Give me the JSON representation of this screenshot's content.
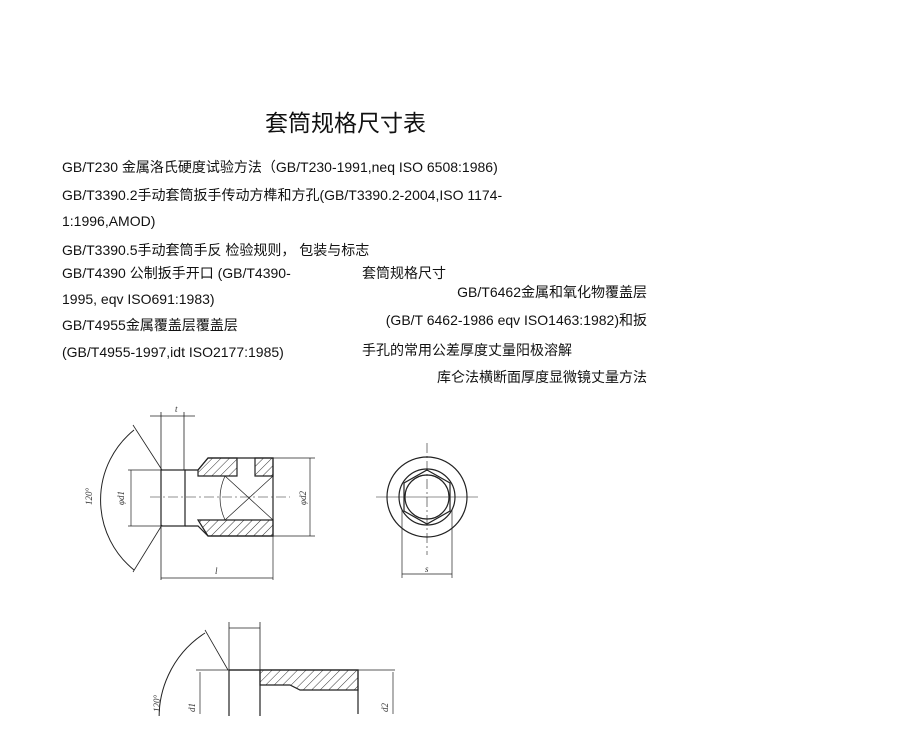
{
  "title": "套筒规格尺寸表",
  "left_lines": [
    "GB/T230 金属洛氏硬度试验方法（GB/T230-1991,neq ISO 6508:1986)",
    "GB/T3390.2手动套筒扳手传动方榫和方孔(GB/T3390.2-2004,ISO 1174-",
    "1:1996,AMOD)",
    "GB/T3390.5手动套筒手反  检验规则， 包装与标志",
    "GB/T4390 公制扳手开口  (GB/T4390-",
    "1995, eqv ISO691:1983)",
    "GB/T4955金属覆盖层覆盖层",
    "(GB/T4955-1997,idt ISO2177:1985)"
  ],
  "right_lines": [
    "套筒规格尺寸",
    "GB/T6462金属和氧化物覆盖层",
    "(GB/T 6462-1986 eqv ISO1463:1982)和扳",
    "手孔的常用公差厚度丈量阳极溶解",
    "库仑法横断面厚度显微镜丈量方法"
  ],
  "drawing_labels": {
    "t": "t",
    "l": "l",
    "angle": "120°",
    "d1": "φd1",
    "d2": "φd2",
    "s": "s",
    "angle2": "120°",
    "d1b": "d1",
    "d2b": "d2"
  }
}
